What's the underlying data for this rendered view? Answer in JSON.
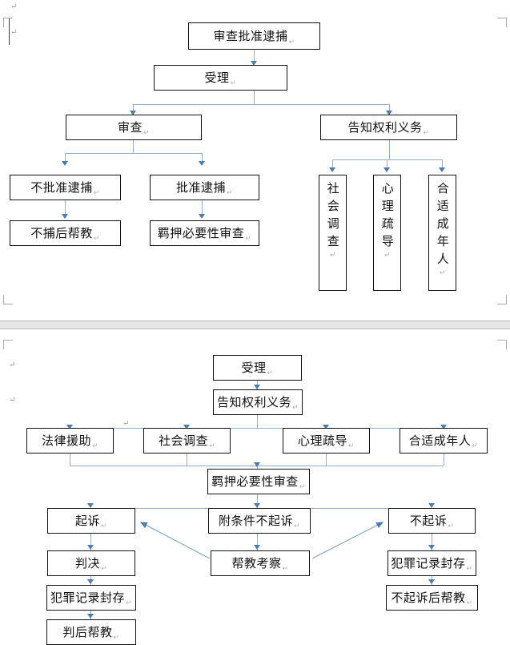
{
  "document": {
    "type": "word-document-flowchart",
    "pages": 2,
    "colors": {
      "connector": "#92b0cd",
      "arrowhead": "#4a7cb0",
      "box_border": "#111111",
      "page_gap": "#e6e6e6",
      "text": "#111111"
    },
    "paragraph_mark": "↵"
  },
  "page1": {
    "title": "审查批准逮捕",
    "nodes": {
      "root": "审查批准逮捕",
      "accept": "受理",
      "review": "审查",
      "notify_rights": "告知权利义务",
      "no_approve_arrest": "不批准逮捕",
      "approve_arrest": "批准逮捕",
      "help_after_no_arrest": "不捕后帮教",
      "custody_necessity_review": "羁押必要性审查",
      "social_investigation": "社会调查",
      "psychological_counseling": "心理疏导",
      "appropriate_adult": "合适成年人"
    },
    "edges": [
      {
        "from": "审查批准逮捕",
        "to": "受理"
      },
      {
        "from": "受理",
        "to": "审查"
      },
      {
        "from": "受理",
        "to": "告知权利义务"
      },
      {
        "from": "审查",
        "to": "不批准逮捕"
      },
      {
        "from": "审查",
        "to": "批准逮捕"
      },
      {
        "from": "不批准逮捕",
        "to": "不捕后帮教"
      },
      {
        "from": "批准逮捕",
        "to": "羁押必要性审查"
      },
      {
        "from": "告知权利义务",
        "to": "社会调查"
      },
      {
        "from": "告知权利义务",
        "to": "心理疏导"
      },
      {
        "from": "告知权利义务",
        "to": "合适成年人"
      }
    ]
  },
  "page2": {
    "nodes": {
      "accept": "受理",
      "notify_rights": "告知权利义务",
      "legal_aid": "法律援助",
      "social_investigation": "社会调查",
      "psychological_counseling": "心理疏导",
      "appropriate_adult": "合适成年人",
      "custody_necessity_review": "羁押必要性审查",
      "prosecute": "起诉",
      "conditional_non_prosecution": "附条件不起诉",
      "non_prosecution": "不起诉",
      "judgment": "判决",
      "supervision_inspection": "帮教考察",
      "criminal_record_sealing_left": "犯罪记录封存",
      "criminal_record_sealing_right": "犯罪记录封存",
      "help_after_judgment": "判后帮教",
      "help_after_non_prosecution": "不起诉后帮教"
    },
    "edges": [
      {
        "from": "受理",
        "to": "告知权利义务"
      },
      {
        "from": "告知权利义务",
        "to": "法律援助"
      },
      {
        "from": "告知权利义务",
        "to": "社会调查"
      },
      {
        "from": "告知权利义务",
        "to": "心理疏导"
      },
      {
        "from": "告知权利义务",
        "to": "合适成年人"
      },
      {
        "from": "法律援助",
        "to": "羁押必要性审查"
      },
      {
        "from": "社会调查",
        "to": "羁押必要性审查"
      },
      {
        "from": "心理疏导",
        "to": "羁押必要性审查"
      },
      {
        "from": "合适成年人",
        "to": "羁押必要性审查"
      },
      {
        "from": "羁押必要性审查",
        "to": "起诉"
      },
      {
        "from": "羁押必要性审查",
        "to": "附条件不起诉"
      },
      {
        "from": "羁押必要性审查",
        "to": "不起诉"
      },
      {
        "from": "起诉",
        "to": "判决"
      },
      {
        "from": "判决",
        "to": "犯罪记录封存"
      },
      {
        "from": "犯罪记录封存",
        "to": "判后帮教"
      },
      {
        "from": "附条件不起诉",
        "to": "帮教考察"
      },
      {
        "from": "帮教考察",
        "to": "起诉"
      },
      {
        "from": "帮教考察",
        "to": "不起诉"
      },
      {
        "from": "不起诉",
        "to": "犯罪记录封存"
      },
      {
        "from": "犯罪记录封存",
        "to": "不起诉后帮教"
      }
    ]
  }
}
